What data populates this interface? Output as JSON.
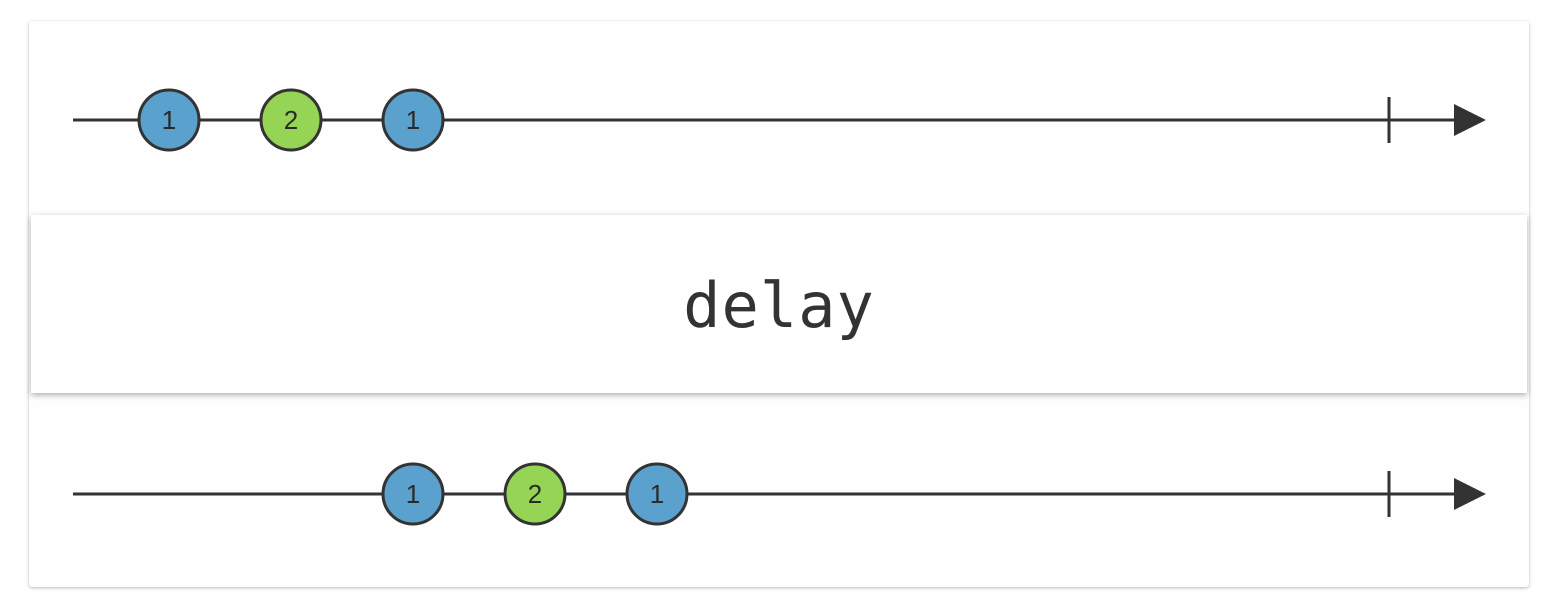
{
  "diagram": {
    "operator": "delay",
    "colors": {
      "line": "#333333",
      "marble_stroke": "#333333",
      "blue": "#5aa2cd",
      "green": "#95d454"
    },
    "input": {
      "marbles": [
        {
          "label": "1",
          "color": "blue",
          "t": 0.0
        },
        {
          "label": "2",
          "color": "green",
          "t": 1.0
        },
        {
          "label": "1",
          "color": "blue",
          "t": 2.0
        }
      ],
      "complete_t": 10.0
    },
    "output": {
      "marbles": [
        {
          "label": "1",
          "color": "blue",
          "t": 2.0
        },
        {
          "label": "2",
          "color": "green",
          "t": 3.0
        },
        {
          "label": "1",
          "color": "blue",
          "t": 4.0
        }
      ],
      "complete_t": 10.0
    }
  }
}
